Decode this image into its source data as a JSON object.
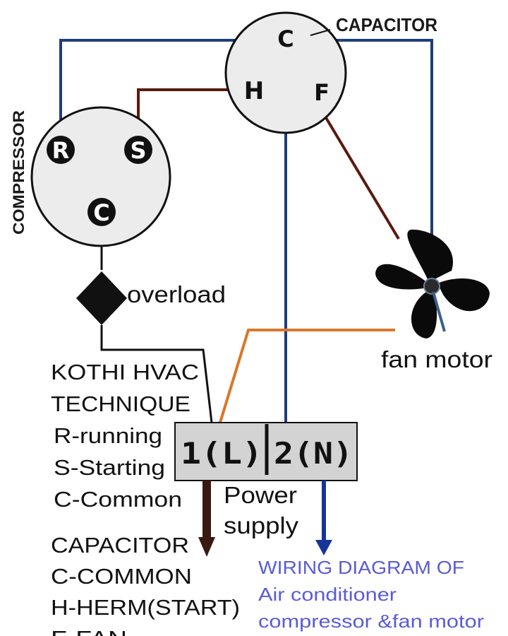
{
  "labels": {
    "capacitor": "CAPACITOR",
    "compressor": "COMPRESSOR",
    "overload": "overload",
    "fan_motor": "fan motor",
    "power_supply_1": "Power",
    "power_supply_2": "supply"
  },
  "capacitor_terminals": {
    "c": "C",
    "h": "H",
    "f": "F"
  },
  "compressor_terminals": {
    "r": "R",
    "s": "S",
    "c": "C"
  },
  "terminal_block": {
    "left": "1(L)",
    "right": "2(N)"
  },
  "legend": {
    "line1": "KOTHI HVAC",
    "line2": "TECHNIQUE",
    "r": "R-running",
    "s": "S-Starting",
    "c": "C-Common"
  },
  "capacitor_legend": {
    "title": "CAPACITOR",
    "c": "C-COMMON",
    "h": "H-HERM(START)",
    "f": "F-FAN"
  },
  "caption": {
    "line1": "WIRING DIAGRAM OF",
    "line2": "Air conditioner",
    "line3": "compressor &fan motor"
  },
  "colors": {
    "wire_blue": "#1d3f7a",
    "wire_brown": "#5a1a0e",
    "wire_orange": "#d9772b",
    "supply_blue": "#17349a",
    "supply_brown": "#3a1a10",
    "caption_blue": "#5b5bd6"
  }
}
